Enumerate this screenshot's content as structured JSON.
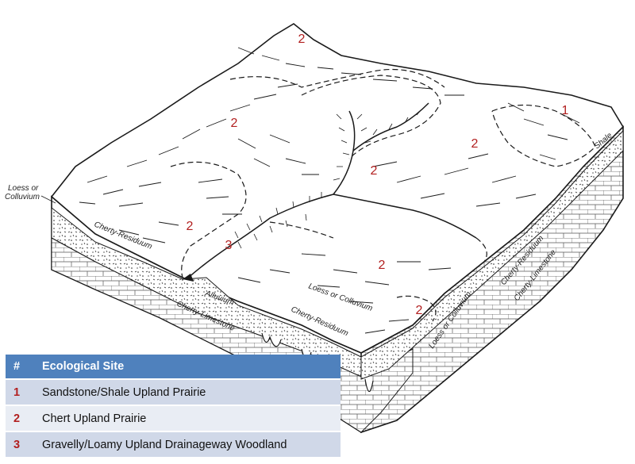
{
  "diagram": {
    "site_labels": [
      {
        "id": "a",
        "text": "2"
      },
      {
        "id": "b",
        "text": "2"
      },
      {
        "id": "c",
        "text": "1"
      },
      {
        "id": "d",
        "text": "2"
      },
      {
        "id": "e",
        "text": "2"
      },
      {
        "id": "f",
        "text": "2"
      },
      {
        "id": "g",
        "text": "3"
      },
      {
        "id": "h",
        "text": "2"
      },
      {
        "id": "i",
        "text": "2"
      }
    ],
    "layer_labels": {
      "loess_left": "Loess or Colluvium",
      "cherty_residuum_left": "Cherty-Residuum",
      "alluvium": "Alluvium",
      "cherty_limestone_front": "Cherty-Limestone",
      "loess_front": "Loess or Colluvium",
      "cherty_residuum_front": "Cherty-Residuum",
      "loess_right": "Loess or Colluvium",
      "cherty_residuum_right": "Cherty-Residuum",
      "cherty_limestone_right": "Cherty-Limestone",
      "shale": "Shale"
    },
    "colors": {
      "site_number": "#b21f1f",
      "line": "#1a1a1a"
    }
  },
  "legend": {
    "header": {
      "num": "#",
      "title": "Ecological Site"
    },
    "rows": [
      {
        "num": "1",
        "label": "Sandstone/Shale Upland Prairie"
      },
      {
        "num": "2",
        "label": "Chert Upland Prairie"
      },
      {
        "num": "3",
        "label": "Gravelly/Loamy Upland Drainageway Woodland"
      }
    ],
    "colors": {
      "header_bg": "#4f81bd",
      "row_odd": "#d0d8e8",
      "row_even": "#e9edf4",
      "number": "#b21f1f"
    }
  }
}
